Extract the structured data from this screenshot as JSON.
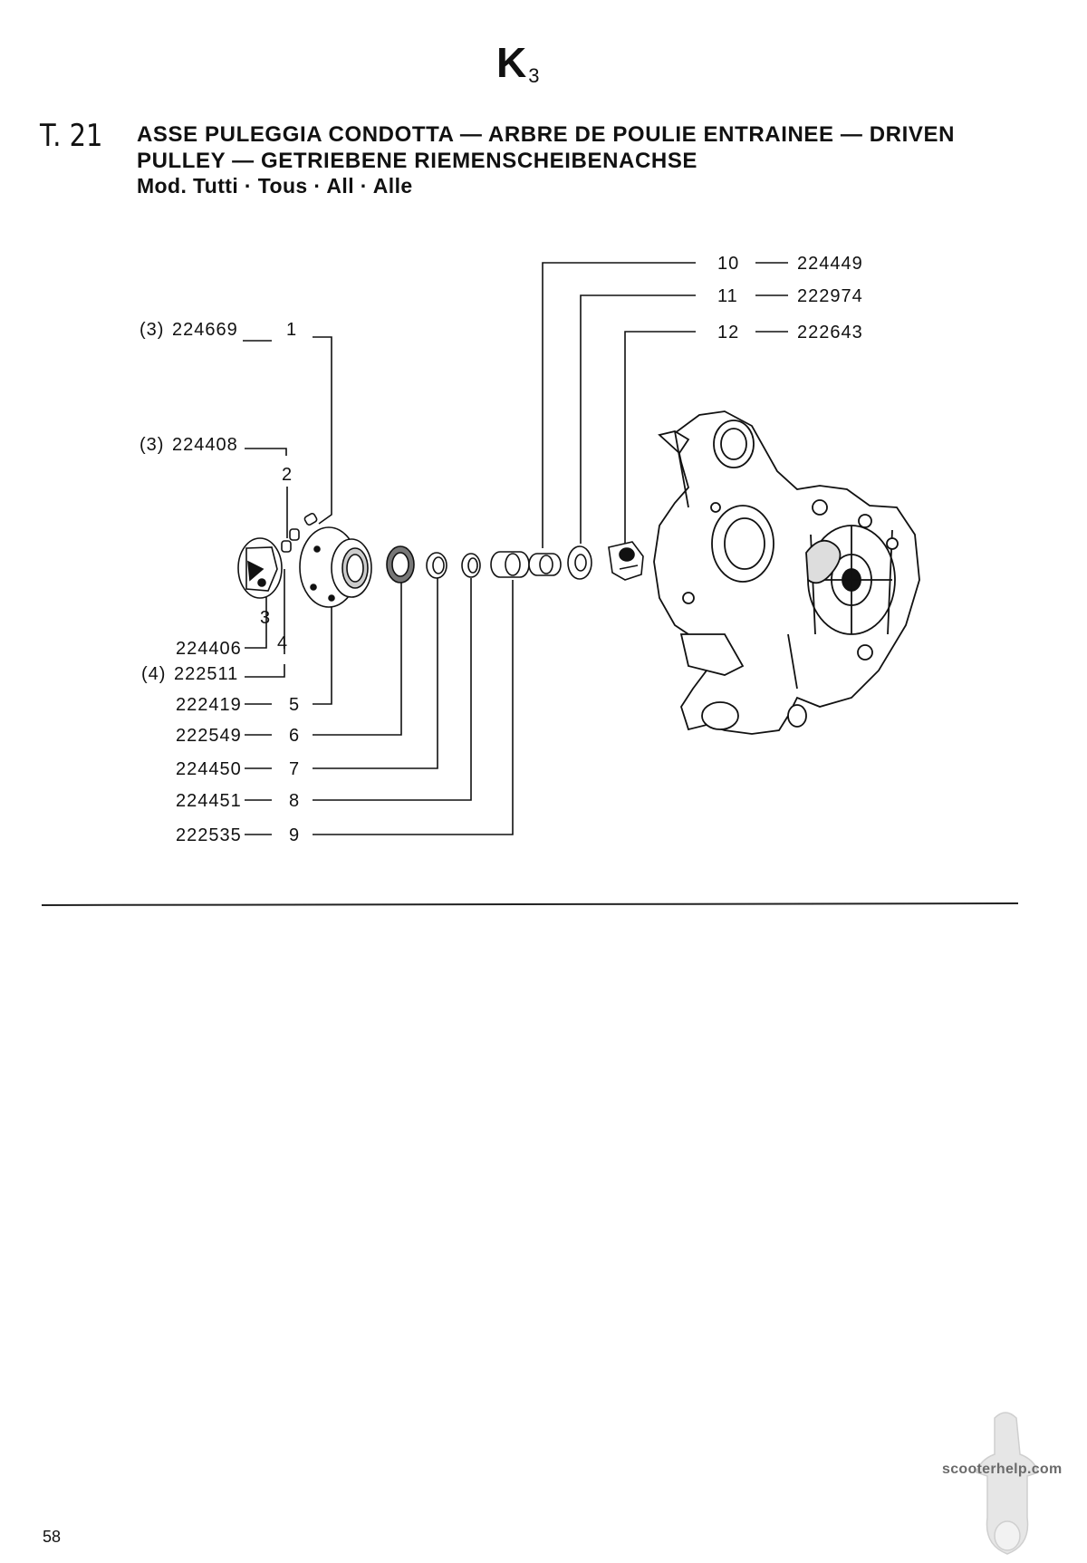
{
  "header": {
    "section_code": "K",
    "section_sub": "3",
    "table_no": "T. 21",
    "title_line1": "ASSE PULEGGIA CONDOTTA — ARBRE DE POULIE ENTRAINEE — DRIVEN",
    "title_line2": "PULLEY — GETRIEBENE RIEMENSCHEIBENACHSE",
    "models": "Mod. Tutti · Tous · All · Alle"
  },
  "parts": [
    {
      "ref": "1",
      "code": "224669",
      "qty": "(3)"
    },
    {
      "ref": "2",
      "code": "224408",
      "qty": "(3)"
    },
    {
      "ref": "3",
      "code": "224406",
      "qty": ""
    },
    {
      "ref": "4",
      "code": "222511",
      "qty": "(4)"
    },
    {
      "ref": "5",
      "code": "222419",
      "qty": ""
    },
    {
      "ref": "6",
      "code": "222549",
      "qty": ""
    },
    {
      "ref": "7",
      "code": "224450",
      "qty": ""
    },
    {
      "ref": "8",
      "code": "224451",
      "qty": ""
    },
    {
      "ref": "9",
      "code": "222535",
      "qty": ""
    },
    {
      "ref": "10",
      "code": "224449",
      "qty": ""
    },
    {
      "ref": "11",
      "code": "222974",
      "qty": ""
    },
    {
      "ref": "12",
      "code": "222643",
      "qty": ""
    }
  ],
  "footer": {
    "page_number": "58",
    "watermark": "scooterhelp.com"
  }
}
